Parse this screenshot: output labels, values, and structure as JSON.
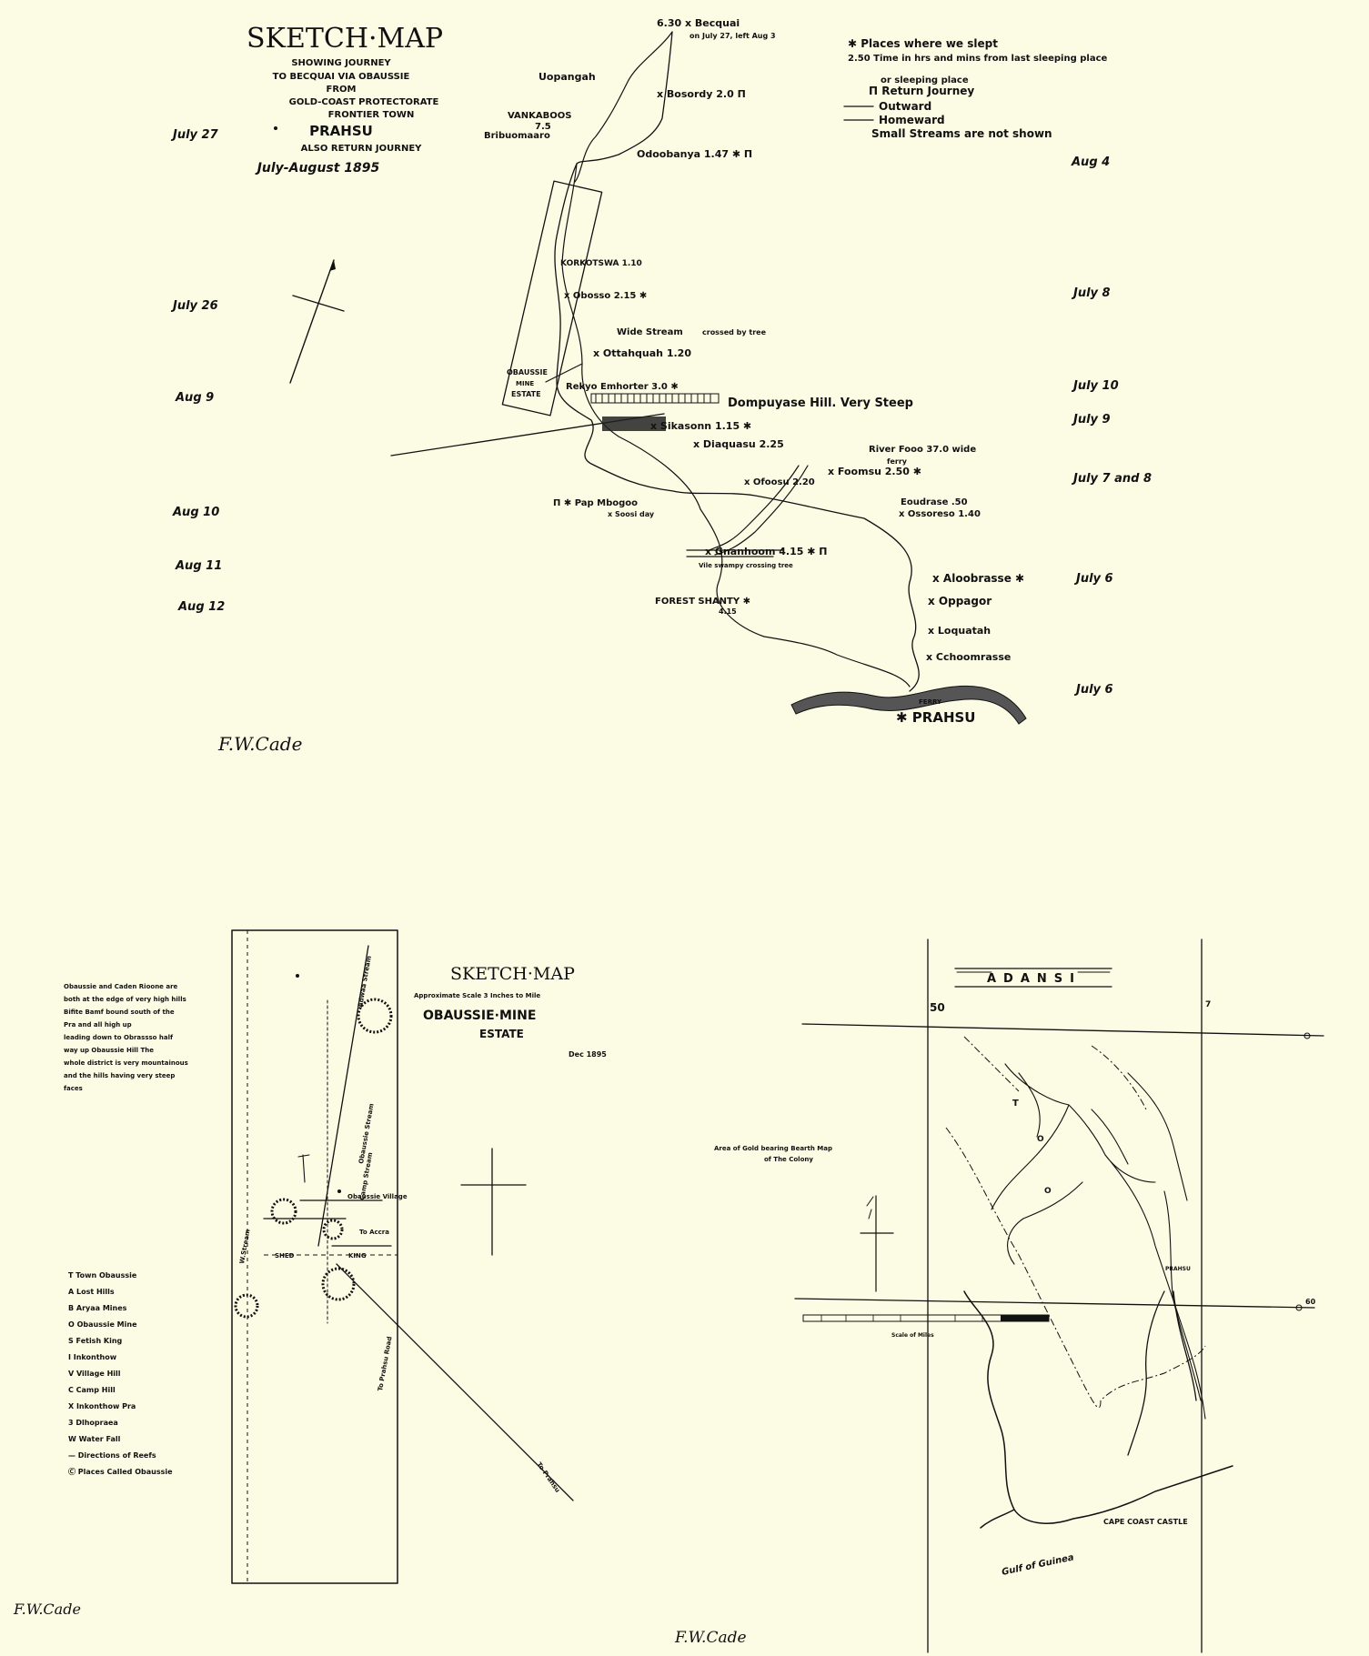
{
  "map1": {
    "title": "SKETCH·MAP",
    "subtitle_lines": [
      "SHOWING JOURNEY",
      "TO BECQUAI VIA OBAUSSIE",
      "FROM",
      "GOLD-COAST PROTECTORATE",
      "FRONTIER TOWN",
      "PRAHSU",
      "ALSO RETURN JOURNEY",
      "July-August 1895"
    ],
    "legend": [
      "✱ Places where we slept",
      "2.50 Time in hrs and mins from last sleeping place",
      "or sleeping place",
      "Π Return Journey",
      "Outward",
      "Homeward",
      "Small Streams are not shown"
    ],
    "dates_left": [
      "July 27",
      "July 26",
      "Aug 9",
      "Aug 10",
      "Aug 11",
      "Aug 12"
    ],
    "dates_right": [
      "Aug 4",
      "July 8",
      "July 10",
      "July 9",
      "July 7 and 8",
      "July 6",
      "July 6"
    ],
    "places": [
      "6.30 x Becquai",
      "on July 27, left Aug 3",
      "Uopangah",
      "x Bosordy 2.0 Π",
      "VANKABOOS",
      "7.5",
      "Bribuomaaro",
      "Odoobanya 1.47 ✱ Π",
      "KORKOTSWA 1.10",
      "x Obosso 2.15 ✱",
      "Wide Stream",
      "crossed by tree",
      "x Ottahquah 1.20",
      "OBAUSSIE",
      "MINE",
      "ESTATE",
      "Rekyo Emhorter 3.0 ✱",
      "Dompuyase Hill. Very Steep",
      "x Sikasonn 1.15 ✱",
      "x Diaquasu 2.25",
      "River Fooo 37.0 wide",
      "ferry",
      "x Ofoosu 2.20",
      "x Foomsu 2.50 ✱",
      "Π ✱ Pap Mbogoo",
      "x Soosi day",
      "Eoudrase .50",
      "x Ossoreso 1.40",
      "x Gnanhoom 4.15 ✱ Π",
      "Vile swampy crossing tree",
      "FOREST SHANTY ✱",
      "4.15",
      "x Aloobrasse ✱",
      "x Oppagor",
      "x Loquatah",
      "x Cchoomrasse",
      "FERRY",
      "✱ PRAHSU"
    ],
    "signature": "F.W.Cade"
  },
  "map2": {
    "title": "SKETCH·MAP",
    "scale_note": "Approximate Scale 3 Inches to Mile",
    "name_lines": [
      "OBAUSSIE·MINE",
      "ESTATE"
    ],
    "date": "Dec 1895",
    "note_lines": [
      "Obaussie and Caden Rioone are",
      "both at the edge of very high hills",
      "Bifite Bamf bound south of the",
      "Pra and all high up",
      "leading down to Obrassso half",
      "way up Obaussie Hill The",
      "whole district is very mountainous",
      "and the hills having very steep",
      "faces"
    ],
    "legend": [
      "T Town Obaussie",
      "A Lost Hills",
      "B Aryaa Mines",
      "O Obaussie Mine",
      "S Fetish King",
      "I Inkonthow",
      "V Village Hill",
      "C Camp Hill",
      "X Inkonthow Pra",
      "3 Dlhopraea",
      "W Water Fall",
      "— Directions of Reefs",
      "Ⓒ Places Called Obaussie"
    ],
    "labels": [
      "Adwaa Stream",
      "Obaussie Stream",
      "Camp Stream",
      "Obaussie Village",
      "To Accra",
      "SHED",
      "KING",
      "To Prahsu Road",
      "To Prahsu",
      "W.Stream"
    ],
    "signature": "F.W.Cade"
  },
  "map3": {
    "title": "ADANSI",
    "grid_top": [
      "50",
      "7"
    ],
    "caption_lines": [
      "Area of Gold bearing Bearth Map",
      "of The Colony"
    ],
    "scale_label": "Scale of Miles",
    "coast_label": "CAPE COAST CASTLE",
    "gulf_label": "Gulf of Guinea",
    "town_label": "PRAHSU",
    "grid_right": "60",
    "letters": [
      "T",
      "O",
      "O"
    ],
    "signature": "F.W.Cade"
  },
  "colors": {
    "paper": "#fcfbe4",
    "ink": "#111111"
  }
}
